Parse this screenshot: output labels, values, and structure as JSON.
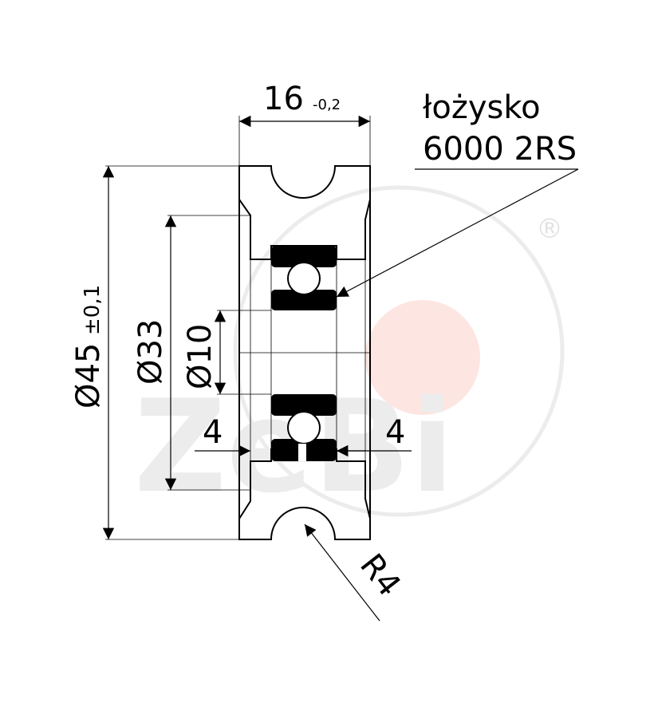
{
  "dimensions": {
    "width_main": "16",
    "width_tol": "-0,2",
    "diameter_outer": "Ø45",
    "diameter_outer_tol": "±0,1",
    "diameter_groove": "Ø33",
    "diameter_bore": "Ø10",
    "offset_left": "4",
    "offset_right": "4",
    "radius": "R4"
  },
  "labels": {
    "bearing_line1": "łożysko",
    "bearing_line2": "6000 2RS"
  },
  "watermark": {
    "registered": "®",
    "logo_text": "ZeBi"
  },
  "colors": {
    "line": "#000000",
    "watermark_grey": "#ececec",
    "watermark_red": "#fde5e1",
    "bearing_black": "#000000"
  }
}
